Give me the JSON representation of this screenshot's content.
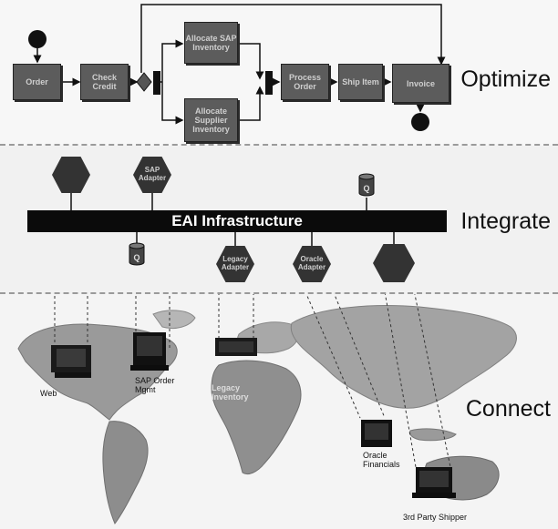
{
  "layers": {
    "optimize": "Optimize",
    "integrate": "Integrate",
    "connect": "Connect"
  },
  "process": {
    "order": "Order",
    "check_credit": "Check Credit",
    "allocate_sap": "Allocate SAP Inventory",
    "allocate_supplier": "Allocate Supplier Inventory",
    "process_order": "Process Order",
    "ship_item": "Ship Item",
    "invoice": "Invoice"
  },
  "integrate": {
    "bus_label": "EAI Infrastructure",
    "queue_symbol": "Q",
    "adapters": {
      "sap": "SAP Adapter",
      "legacy": "Legacy Adapter",
      "oracle": "Oracle Adapter"
    }
  },
  "connect": {
    "web": "Web",
    "sap_order_mgmt": "SAP Order Mgmt",
    "legacy_inventory": "Legacy Inventory",
    "oracle_financials": "Oracle Financials",
    "third_party_shipper": "3rd Party Shipper"
  }
}
